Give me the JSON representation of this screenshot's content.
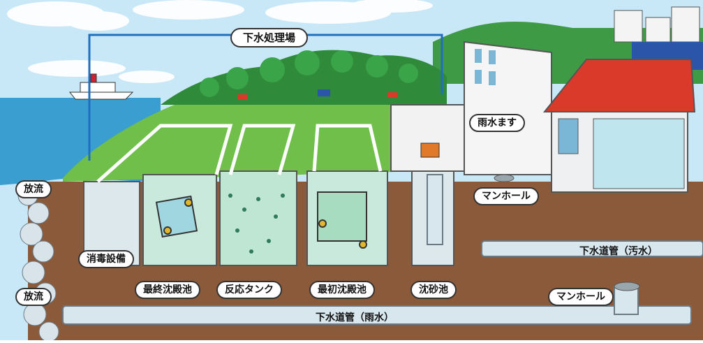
{
  "labels": {
    "plant": "下水処理場",
    "rain_inlet": "雨水ます",
    "manhole_top": "マンホール",
    "manhole_bottom": "マンホール",
    "sewer_waste": "下水道管（汚水）",
    "sewer_rain": "下水道管（雨水）",
    "discharge_top": "放流",
    "discharge_bottom": "放流",
    "disinfection": "消毒設備",
    "final_settling": "最終沈殿池",
    "reaction_tank": "反応タンク",
    "primary_settling": "最初沈殿池",
    "grit_chamber": "沈砂池"
  },
  "colors": {
    "sky": "#bfe3f5",
    "sea": "#3a9fd0",
    "ground": "#8a5a3a",
    "grass": "#6fbf4a",
    "forest": "#2f8a3a",
    "water": "#b9e6d8",
    "roof": "#d93a2a",
    "pipe": "#d8e6ee",
    "callout_line": "#1f6fc0"
  }
}
